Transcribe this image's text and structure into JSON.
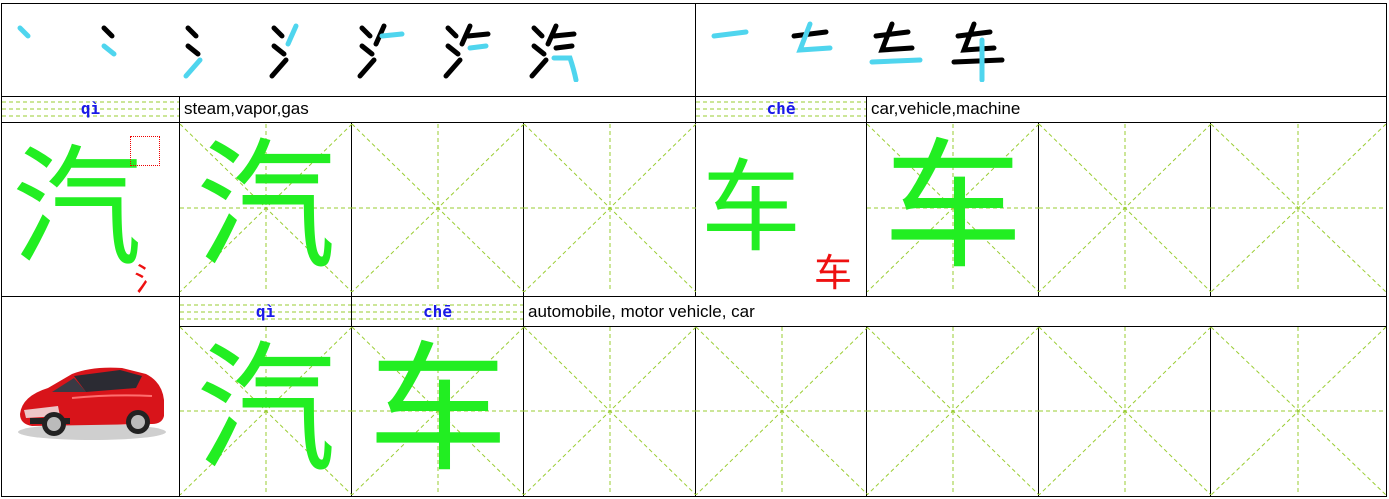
{
  "characters": [
    {
      "hanzi": "汽",
      "pinyin": "qì",
      "meaning": "steam,vapor,gas",
      "radical": "氵"
    },
    {
      "hanzi": "车",
      "pinyin": "chē",
      "meaning": "car,vehicle,machine",
      "radical": "车"
    }
  ],
  "word": {
    "pinyin": [
      "qì",
      "chē"
    ],
    "hanzi": [
      "汽",
      "车"
    ],
    "meaning": "automobile, motor vehicle, car"
  },
  "colors": {
    "hanzi_green": "#22ee22",
    "pinyin_blue": "#1a1ae8",
    "stroke_cyan": "#4fd5ee",
    "radical_red": "#ee1111",
    "guide_green": "#9acd32"
  }
}
